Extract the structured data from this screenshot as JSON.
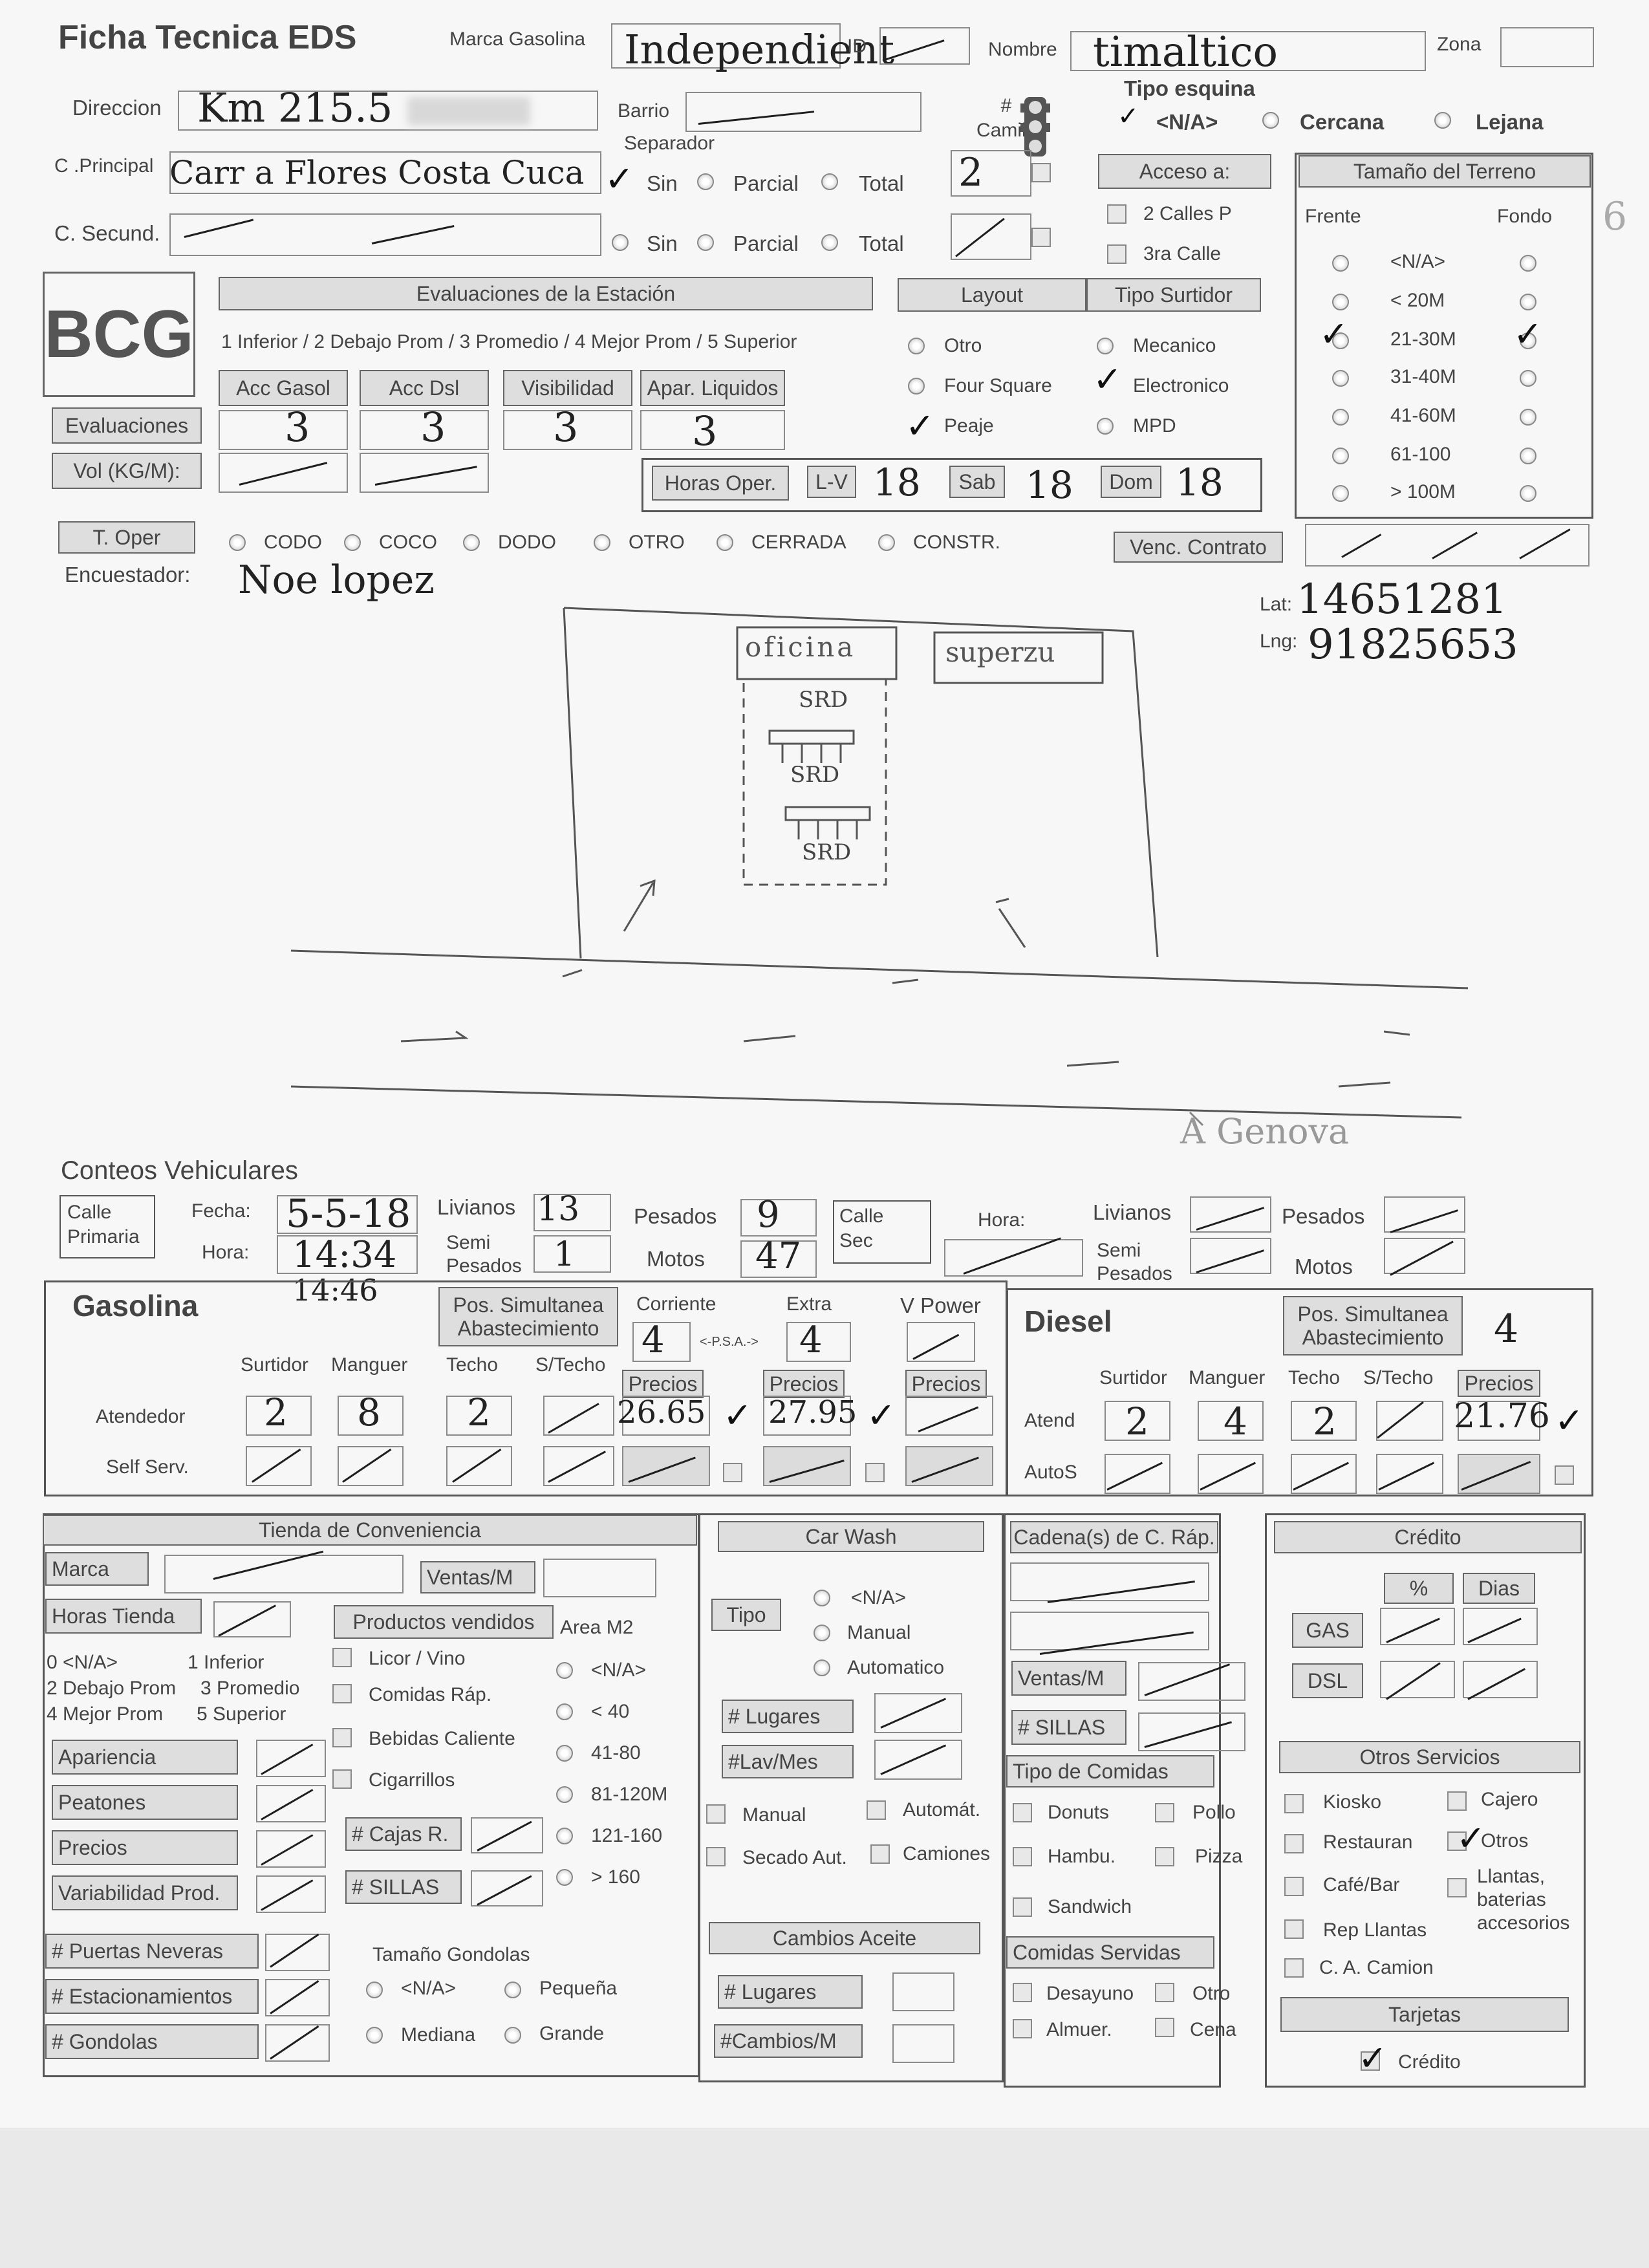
{
  "header": {
    "title": "Ficha Tecnica EDS",
    "marca_label": "Marca Gasolina",
    "marca_value": "Independient",
    "id_label": "ID",
    "nombre_label": "Nombre",
    "nombre_value": "timaltico",
    "zona_label": "Zona",
    "direccion_label": "Direccion",
    "direccion_value": "Km 215.5",
    "barrio_label": "Barrio",
    "camiones_label": "# Camiles",
    "tipo_esquina_label": "Tipo esquina",
    "esquina_na": "<N/A>",
    "esquina_cercana": "Cercana",
    "esquina_lejana": "Lejana",
    "c_principal_label": "C .Principal",
    "c_principal_value": "Carr a Flores Costa Cuca",
    "c_secund_label": "C. Secund.",
    "separador_label": "Separador",
    "sin": "Sin",
    "parcial": "Parcial",
    "total": "Total",
    "camiones_value": "2",
    "acceso_label": "Acceso a:",
    "acceso_2calles": "2 Calles P",
    "acceso_3ra": "3ra Calle"
  },
  "terreno": {
    "title": "Tamaño del Terreno",
    "frente": "Frente",
    "fondo": "Fondo",
    "options": [
      "<N/A>",
      "< 20M",
      "21-30M",
      "31-40M",
      "41-60M",
      "61-100",
      "> 100M"
    ],
    "mark": "6"
  },
  "evaluaciones": {
    "logo": "BCG",
    "title": "Evaluaciones de la Estación",
    "scale": "1 Inferior / 2 Debajo Prom / 3 Promedio / 4 Mejor Prom / 5 Superior",
    "cols": [
      "Acc Gasol",
      "Acc Dsl",
      "Visibilidad",
      "Apar. Liquidos"
    ],
    "row_label": "Evaluaciones",
    "values": [
      "3",
      "3",
      "3",
      "3"
    ],
    "vol_label": "Vol (KG/M):"
  },
  "layout": {
    "title": "Layout",
    "options": [
      "Otro",
      "Four Square",
      "Peaje"
    ]
  },
  "tipo_surtidor": {
    "title": "Tipo Surtidor",
    "options": [
      "Mecanico",
      "Electronico",
      "MPD"
    ]
  },
  "horas": {
    "label": "Horas Oper.",
    "lv_label": "L-V",
    "lv": "18",
    "sab_label": "Sab",
    "sab": "18",
    "dom_label": "Dom",
    "dom": "18"
  },
  "t_oper": {
    "label": "T. Oper",
    "options": [
      "CODO",
      "COCO",
      "DODO",
      "OTRO",
      "CERRADA",
      "CONSTR."
    ],
    "venc_label": "Venc. Contrato"
  },
  "encuestador": {
    "label": "Encuestador:",
    "value": "Noe lopez"
  },
  "coords": {
    "lat_label": "Lat:",
    "lat": "14651281",
    "lng_label": "Lng:",
    "lng": "91825653"
  },
  "sketch": {
    "oficina": "oficina",
    "super": "superzu",
    "pump": "SRD",
    "street": "A Genova"
  },
  "conteos": {
    "title": "Conteos Vehiculares",
    "calle_primaria": "Calle Primaria",
    "fecha_label": "Fecha:",
    "fecha": "5-5-18",
    "hora_label": "Hora:",
    "hora": "14:34",
    "hora2": "14:46",
    "livianos_label": "Livianos",
    "livianos": "13",
    "semi_label": "Semi Pesados",
    "semi": "1",
    "pesados_label": "Pesados",
    "pesados": "9",
    "motos_label": "Motos",
    "motos": "47",
    "calle_sec": "Calle Sec",
    "hora_sec_label": "Hora:"
  },
  "gasolina": {
    "title": "Gasolina",
    "pos_label": "Pos. Simultanea Abastecimiento",
    "corriente_label": "Corriente",
    "corriente": "4",
    "psa": "<-P.S.A.->",
    "extra_label": "Extra",
    "extra": "4",
    "vpower_label": "V Power",
    "cols": [
      "Surtidor",
      "Manguer",
      "Techo",
      "S/Techo"
    ],
    "precios": "Precios",
    "atendedor_label": "Atendedor",
    "atendedor": [
      "2",
      "8",
      "2"
    ],
    "precio_corriente": "26.65",
    "precio_extra": "27.95",
    "self_label": "Self Serv."
  },
  "diesel": {
    "title": "Diesel",
    "pos_label": "Pos. Simultanea Abastecimiento",
    "pos_value": "4",
    "cols": [
      "Surtidor",
      "Manguer",
      "Techo",
      "S/Techo",
      "Precios"
    ],
    "atend_label": "Atend",
    "atend": [
      "2",
      "4",
      "2"
    ],
    "precio": "21.76",
    "autos_label": "AutoS"
  },
  "tienda": {
    "title": "Tienda de Conveniencia",
    "marca": "Marca",
    "ventas": "Ventas/M",
    "horas": "Horas Tienda",
    "productos": "Productos vendidos",
    "area": "Area M2",
    "scale1": "0 <N/A>",
    "scale2": "1 Inferior",
    "scale3": "2 Debajo Prom",
    "scale4": "3 Promedio",
    "scale5": "4 Mejor Prom",
    "scale6": "5 Superior",
    "productos_list": [
      "Licor / Vino",
      "Comidas Ráp.",
      "Bebidas Caliente",
      "Cigarrillos"
    ],
    "area_list": [
      "<N/A>",
      "< 40",
      "41-80",
      "81-120M",
      "121-160",
      "> 160"
    ],
    "evals": [
      "Apariencia",
      "Peatones",
      "Precios",
      "Variabilidad Prod."
    ],
    "cajas": "# Cajas R.",
    "sillas": "# SILLAS",
    "puertas": "# Puertas Neveras",
    "estac": "# Estacionamientos",
    "gondolas": "# Gondolas",
    "tam_title": "Tamaño Gondolas",
    "tam": [
      "<N/A>",
      "Pequeña",
      "Mediana",
      "Grande"
    ]
  },
  "carwash": {
    "title": "Car Wash",
    "tipo": "Tipo",
    "tipo_options": [
      "<N/A>",
      "Manual",
      "Automatico"
    ],
    "lugares": "# Lugares",
    "lav": "#Lav/Mes",
    "checks": [
      "Manual",
      "Automát.",
      "Secado Aut.",
      "Camiones"
    ],
    "cambios_title": "Cambios Aceite",
    "cambios_lugares": "# Lugares",
    "cambios_mes": "#Cambios/M"
  },
  "cadena": {
    "title": "Cadena(s) de C. Ráp.",
    "ventas": "Ventas/M",
    "sillas": "# SILLAS",
    "tipo_title": "Tipo de Comidas",
    "tipos": [
      "Donuts",
      "Pollo",
      "Hambu.",
      "Pizza",
      "Sandwich"
    ],
    "servidas_title": "Comidas Servidas",
    "servidas": [
      "Desayuno",
      "Otro",
      "Almuer.",
      "Cena"
    ]
  },
  "credito": {
    "title": "Crédito",
    "pct": "%",
    "dias": "Dias",
    "gas": "GAS",
    "dsl": "DSL",
    "otros_title": "Otros Servicios",
    "otros": [
      "Kiosko",
      "Cajero",
      "Restauran",
      "Otros",
      "Café/Bar",
      "Llantas, baterias accesorios",
      "Rep Llantas",
      "C. A. Camion"
    ],
    "tarjetas_title": "Tarjetas",
    "tarjetas": "Crédito"
  }
}
